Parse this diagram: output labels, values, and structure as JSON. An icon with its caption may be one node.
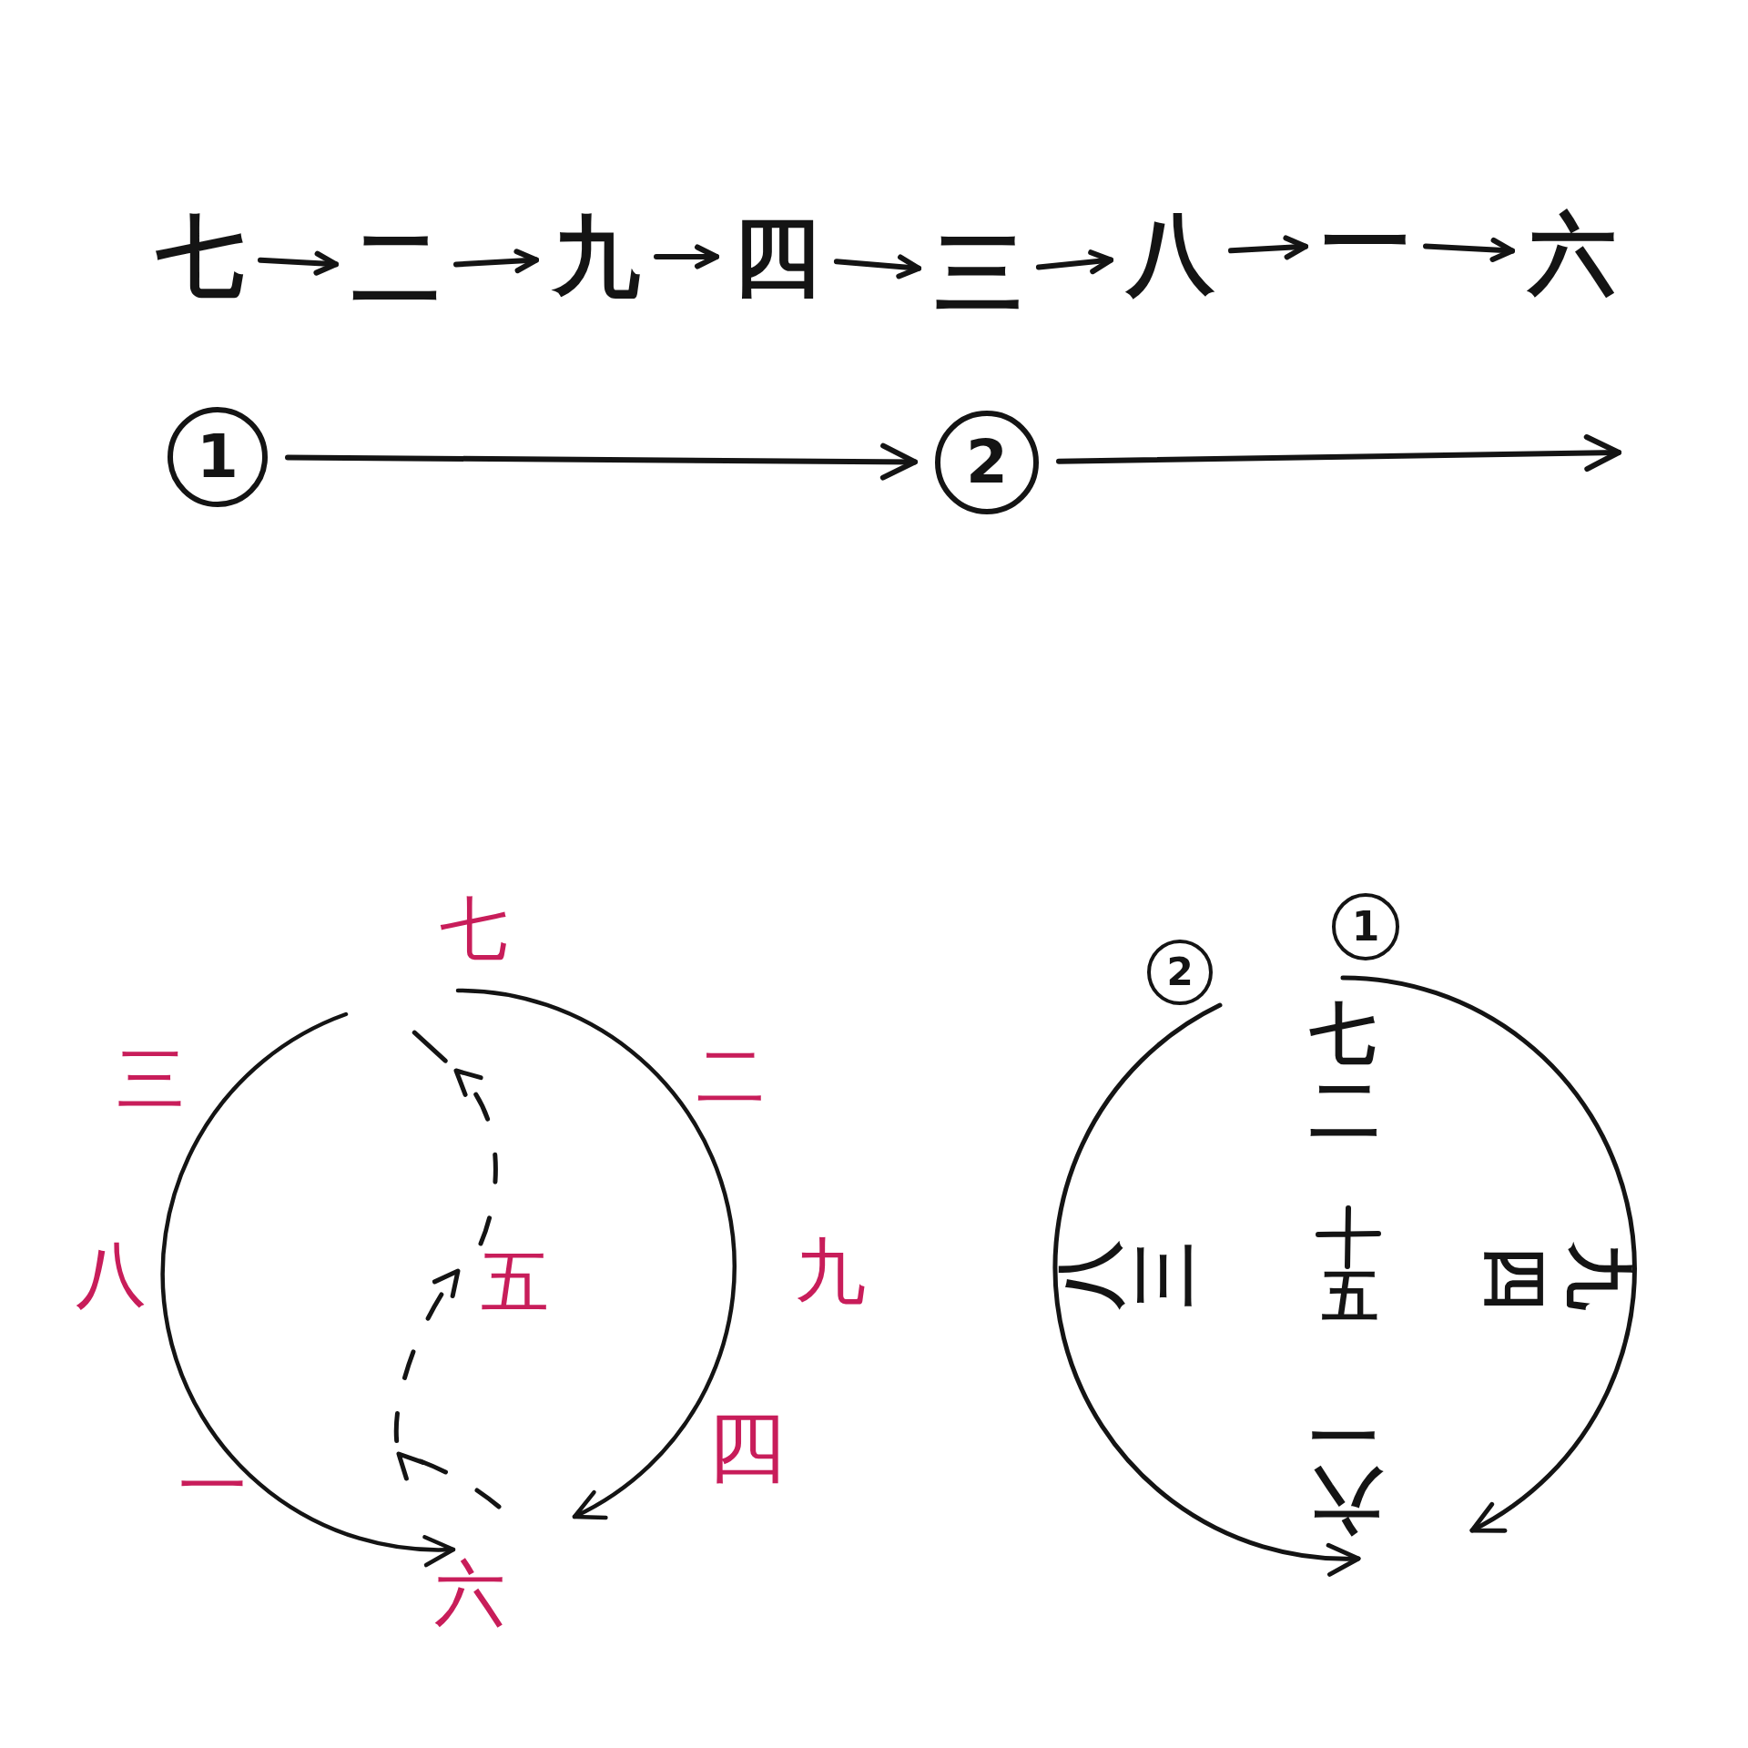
{
  "diagram": {
    "nodes": [
      {
        "text": [
          "七"
        ]
      },
      {
        "text": [
          "二"
        ]
      },
      {
        "text": [
          "九"
        ]
      },
      {
        "text": [
          "四"
        ]
      },
      {
        "text": [
          "三"
        ]
      },
      {
        "text": [
          "八"
        ]
      },
      {
        "text": [
          "一"
        ]
      },
      {
        "text": [
          "六"
        ]
      },
      {
        "text": [
          "1"
        ]
      },
      {
        "text": [
          "2"
        ]
      },
      {
        "text": [
          "七"
        ]
      },
      {
        "text": [
          "五"
        ]
      },
      {
        "text": [
          "六"
        ]
      },
      {
        "text": [
          "1"
        ]
      },
      {
        "text": [
          "2"
        ]
      },
      {
        "text": [
          "六"
        ]
      }
    ],
    "edges": [
      {
        "from": 0,
        "to": 1,
        "arrow": "to"
      },
      {
        "from": 1,
        "to": 2,
        "arrow": "to"
      },
      {
        "from": 2,
        "to": 3,
        "arrow": "to"
      },
      {
        "from": 3,
        "to": 4,
        "arrow": "to"
      },
      {
        "from": 4,
        "to": 5,
        "arrow": "to"
      },
      {
        "from": 5,
        "to": 6,
        "arrow": "to"
      },
      {
        "from": 6,
        "to": 7,
        "arrow": "to"
      },
      {
        "from": 8,
        "to": 9,
        "arrow": "to"
      },
      {
        "from": 9,
        "to": null,
        "arrow": "to"
      },
      {
        "from": 10,
        "to": null,
        "arrow": "to"
      },
      {
        "from": null,
        "to": 12,
        "arrow": "to"
      },
      {
        "from": null,
        "to": 11,
        "arrow": "to",
        "style": "dashed"
      },
      {
        "from": 11,
        "to": null,
        "arrow": "to",
        "style": "dashed"
      },
      {
        "from": 13,
        "to": null,
        "arrow": "to"
      },
      {
        "from": 14,
        "to": 15,
        "arrow": "to"
      }
    ],
    "labels": [
      "三",
      "二",
      "八",
      "九",
      "一",
      "四",
      "七",
      "二",
      "八",
      "三",
      "五",
      "四",
      "九",
      "一"
    ]
  }
}
